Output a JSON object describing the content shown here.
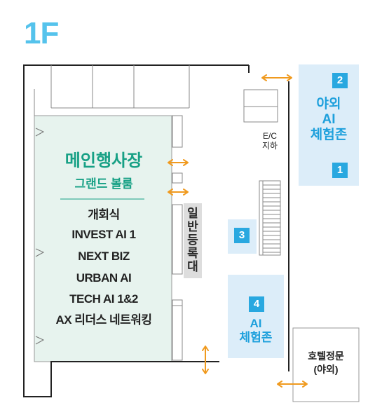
{
  "floor": "1F",
  "main_hall": {
    "title": "메인행사장",
    "subtitle": "그랜드 볼룸",
    "programs": [
      "개회식",
      "INVEST AI 1",
      "NEXT BIZ",
      "URBAN AI",
      "TECH AI 1&2",
      "AX 리더스 네트워킹"
    ]
  },
  "registration": [
    "일",
    "반",
    "등",
    "록",
    "대"
  ],
  "escalator": {
    "line1": "E/C",
    "line2": "지하"
  },
  "zone_outdoor": {
    "line1": "야외",
    "line2": "AI",
    "line3": "체험존",
    "badge_top": "2",
    "badge_bottom": "1"
  },
  "zone_3": {
    "badge": "3"
  },
  "zone_4": {
    "badge": "4",
    "line1": "AI",
    "line2": "체험존"
  },
  "hotel_gate": {
    "line1": "호텔정문",
    "line2": "(야외)"
  },
  "colors": {
    "accent": "#55c3ec",
    "zone_fill": "#dcedf9",
    "badge": "#29a8e0",
    "hall_fill": "#e7f3ee",
    "hall_title": "#17a085",
    "arrow": "#f09a1e",
    "wall": "#222222"
  }
}
